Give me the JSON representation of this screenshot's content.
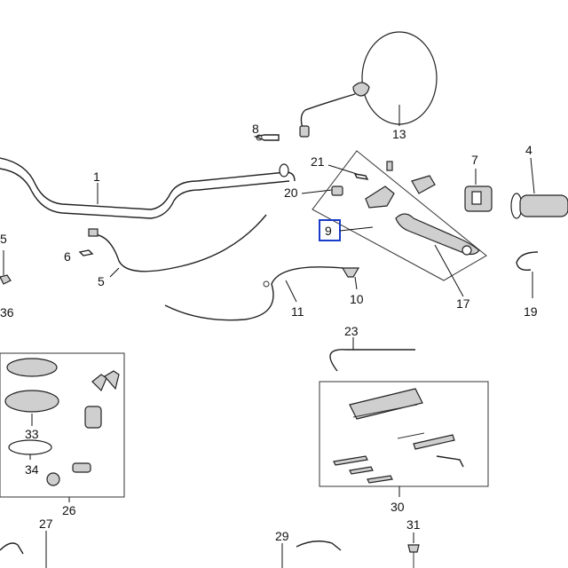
{
  "callouts": {
    "c1": "1",
    "c4": "4",
    "c5": "5",
    "c5l": "5",
    "c6": "6",
    "c7": "7",
    "c8": "8",
    "c9": "9",
    "c10": "10",
    "c11": "11",
    "c13": "13",
    "c17": "17",
    "c19": "19",
    "c20": "20",
    "c21": "21",
    "c23": "23",
    "c26": "26",
    "c27": "27",
    "c29": "29",
    "c30": "30",
    "c31": "31",
    "c33": "33",
    "c34": "34",
    "c36": "36"
  },
  "highlight_color": "#1a3cc8"
}
